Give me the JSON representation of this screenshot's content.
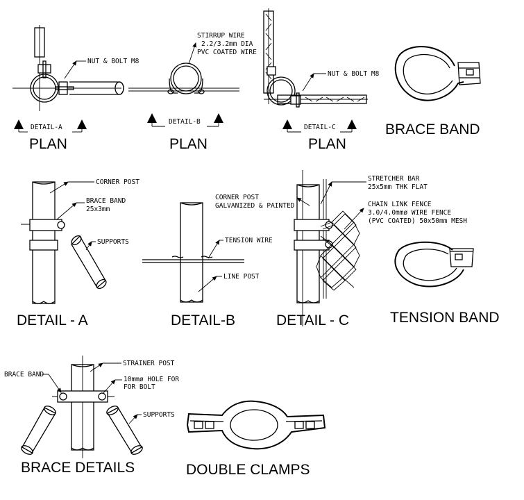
{
  "labels": {
    "nut_bolt_a": "NUT & BOLT M8",
    "detail_a_mark": "DETAIL-A",
    "plan_a": "PLAN",
    "stirrup_1": "STIRRUP WIRE",
    "stirrup_2": "2.2/3.2mm DIA",
    "stirrup_3": "PVC COATED WIRE",
    "detail_b_mark": "DETAIL-B",
    "plan_b": "PLAN",
    "nut_bolt_c": "NUT & BOLT M8",
    "detail_c_mark": "DETAIL-C",
    "plan_c": "PLAN",
    "brace_band_title": "BRACE BAND",
    "corner_post": "CORNER POST",
    "brace_band_1": "BRACE BAND",
    "brace_band_2": "25x3mm",
    "supports_a": "SUPPORTS",
    "detail_a_title": "DETAIL - A",
    "tension_wire": "TENSION WIRE",
    "line_post": "LINE POST",
    "detail_b_title": "DETAIL-B",
    "corner_post_c1": "CORNER POST",
    "corner_post_c2": "GALVANIZED & PAINTED",
    "stretcher_1": "STRETCHER BAR",
    "stretcher_2": "25x5mm THK FLAT",
    "chain_1": "CHAIN LINK FENCE",
    "chain_2": "3.0/4.0mmø WIRE FENCE",
    "chain_3": "(PVC COATED) 50x50mm MESH",
    "detail_c_title": "DETAIL - C",
    "tension_band_title": "TENSION BAND",
    "brace_band_bd": "BRACE BAND",
    "strainer_post": "STRAINER POST",
    "hole_1": "10mmø HOLE FOR",
    "hole_2": "FOR BOLT",
    "supports_bd": "SUPPORTS",
    "brace_details_title": "BRACE DETAILS",
    "double_clamps_title": "DOUBLE CLAMPS"
  }
}
